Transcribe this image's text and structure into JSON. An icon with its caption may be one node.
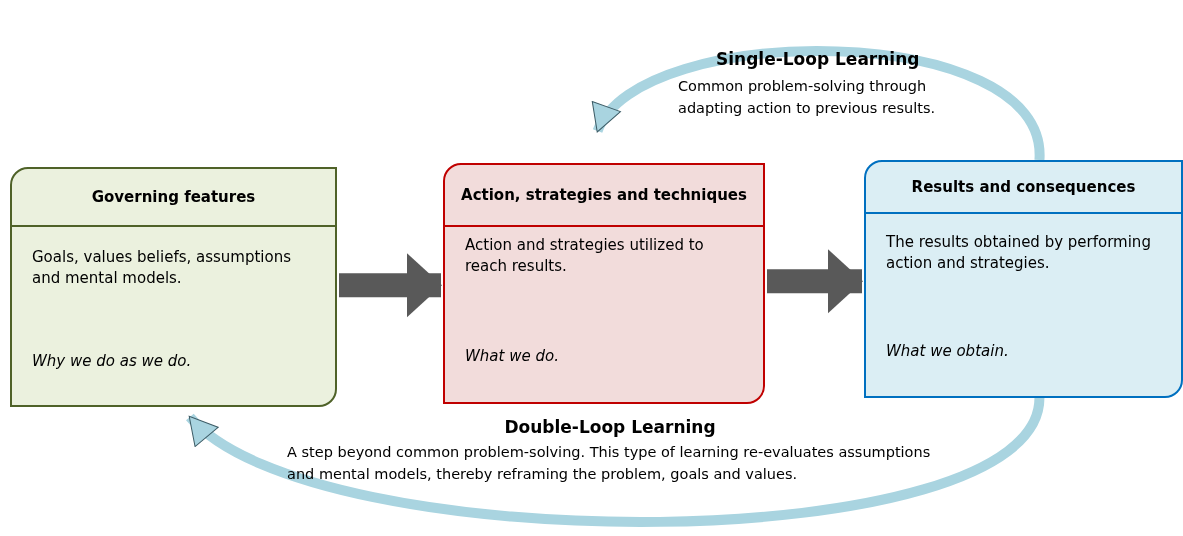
{
  "diagram": {
    "nodes": [
      {
        "text": [
          "Governing features",
          "Goals, values beliefs, assumptions and mental models.",
          "Why we do as we do."
        ]
      },
      {
        "text": [
          "Action, strategies and techniques",
          "Action and strategies utilized to reach results.",
          "What we do."
        ]
      },
      {
        "text": [
          "Results and consequences",
          "The results obtained by performing action and strategies.",
          "What we obtain."
        ]
      }
    ],
    "edges": [
      {
        "from": 0,
        "to": 1,
        "arrow": "to",
        "style": "thick"
      },
      {
        "from": 1,
        "to": 2,
        "arrow": "to",
        "style": "thick"
      },
      {
        "from": 2,
        "to": 1,
        "arrow": "to",
        "color": "#a9d4e0"
      },
      {
        "from": 2,
        "to": 0,
        "arrow": "to",
        "color": "#a9d4e0"
      }
    ],
    "labels": [
      "Single-Loop Learning",
      "Common problem-solving through adapting action to previous results.",
      "Double-Loop Learning",
      "A step beyond common problem-solving. This type of learning re-evaluates assumptions and mental models, thereby reframing the problem, goals and values."
    ]
  }
}
